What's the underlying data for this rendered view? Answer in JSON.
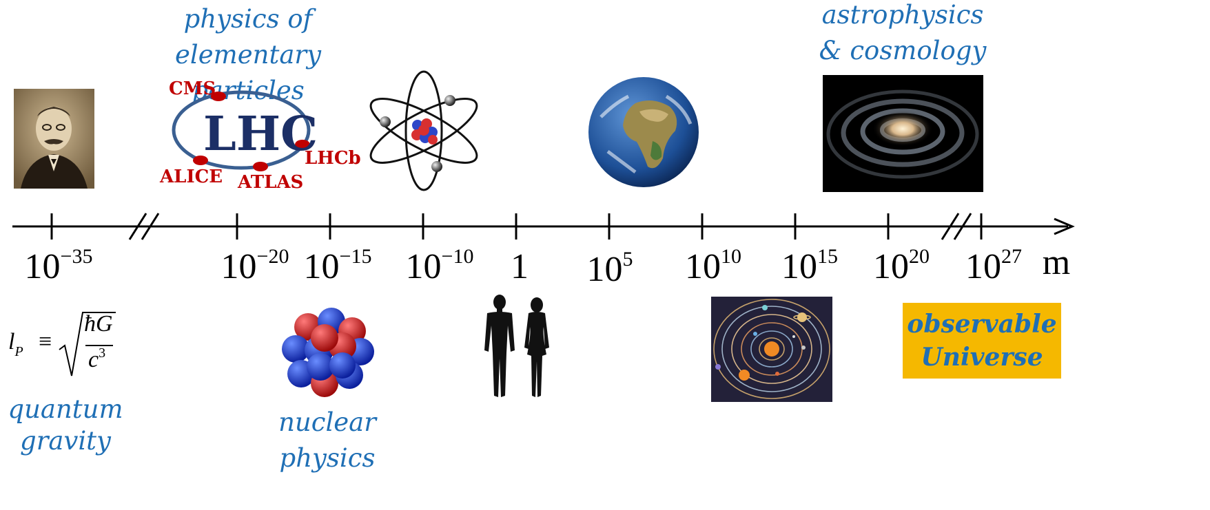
{
  "header_labels": {
    "particle_physics": [
      "physics of",
      "elementary particles"
    ],
    "astro": [
      "astrophysics",
      "& cosmology"
    ]
  },
  "lhc": {
    "title": "LHC",
    "detectors": [
      "CMS",
      "LHCb",
      "ALICE",
      "ATLAS"
    ]
  },
  "axis": {
    "unit": "m",
    "ticks": [
      {
        "base": "10",
        "exp": "−35"
      },
      {
        "base": "10",
        "exp": "−20"
      },
      {
        "base": "10",
        "exp": "−15"
      },
      {
        "base": "10",
        "exp": "−10"
      },
      {
        "base": "1",
        "exp": ""
      },
      {
        "base": "10",
        "exp": "5"
      },
      {
        "base": "10",
        "exp": "10"
      },
      {
        "base": "10",
        "exp": "15"
      },
      {
        "base": "10",
        "exp": "20"
      },
      {
        "base": "10",
        "exp": "27"
      }
    ]
  },
  "formula": {
    "lhs": "l",
    "sub": "P",
    "op": "≡",
    "numerator": "ħG",
    "denominator": "c",
    "den_exp": "3"
  },
  "bottom_labels": {
    "quantum_gravity": [
      "quantum",
      "gravity"
    ],
    "nuclear": "nuclear physics",
    "observable": [
      "observable",
      "Universe"
    ]
  },
  "colors": {
    "label_blue": "#1f6fb5",
    "lhc_red": "#c00000",
    "lhc_navy": "#1c2f66",
    "obs_yellow": "#f5b800"
  },
  "icons": [
    "planck-portrait-icon",
    "lhc-ring-icon",
    "atom-icon",
    "earth-icon",
    "galaxy-icon",
    "nucleus-icon",
    "humans-icon",
    "solar-system-icon"
  ]
}
